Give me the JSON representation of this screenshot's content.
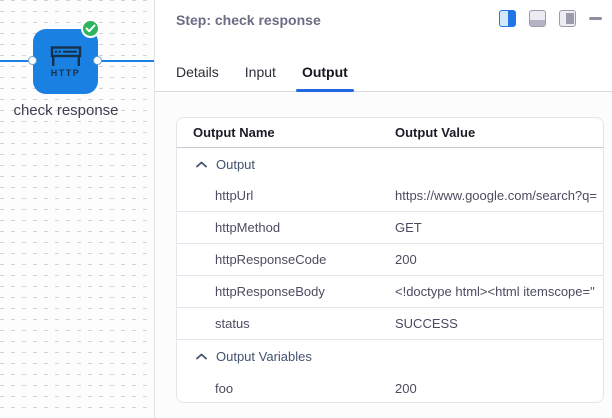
{
  "canvas": {
    "node": {
      "label": "check response",
      "type_label": "HTTP",
      "status": "success"
    }
  },
  "panel": {
    "title": "Step: check response",
    "window_controls": [
      "panel-right-layout (active)",
      "panel-bottom-layout",
      "panel-inset-layout",
      "minimize"
    ],
    "tabs": [
      {
        "label": "Details",
        "active": false
      },
      {
        "label": "Input",
        "active": false
      },
      {
        "label": "Output",
        "active": true
      }
    ],
    "table": {
      "columns": {
        "name": "Output Name",
        "value": "Output Value"
      },
      "groups": [
        {
          "label": "Output",
          "collapsed": false,
          "rows": [
            {
              "name": "httpUrl",
              "value": "https://www.google.com/search?q="
            },
            {
              "name": "httpMethod",
              "value": "GET"
            },
            {
              "name": "httpResponseCode",
              "value": "200"
            },
            {
              "name": "httpResponseBody",
              "value": "<!doctype html><html itemscope=\""
            },
            {
              "name": "status",
              "value": "SUCCESS"
            }
          ]
        },
        {
          "label": "Output Variables",
          "collapsed": false,
          "rows": [
            {
              "name": "foo",
              "value": "200"
            }
          ]
        }
      ]
    }
  },
  "colors": {
    "accent_blue": "#2268e0",
    "node_blue": "#1a80e2",
    "success_green": "#2db55d",
    "group_label": "#42526e"
  }
}
